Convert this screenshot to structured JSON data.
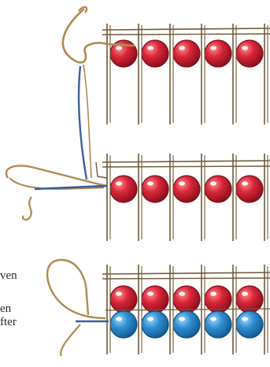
{
  "illustration": {
    "panels": [
      {
        "id": "step-1",
        "beads": [
          "red",
          "red",
          "red",
          "red",
          "red"
        ]
      },
      {
        "id": "step-2",
        "beads": [
          "red",
          "red",
          "red",
          "red",
          "red"
        ]
      },
      {
        "id": "step-3",
        "rows": [
          [
            "red",
            "red",
            "red",
            "red",
            "red"
          ],
          [
            "blue",
            "blue",
            "blue",
            "blue",
            "blue"
          ]
        ]
      }
    ],
    "side_text": [
      "ven",
      "en",
      "fter"
    ]
  },
  "colors": {
    "warp": "#6e5838",
    "thread": "#b08a52",
    "bead_red": "#d8263a",
    "bead_blue": "#2f8fd0",
    "needle": "#3a5f9a"
  }
}
